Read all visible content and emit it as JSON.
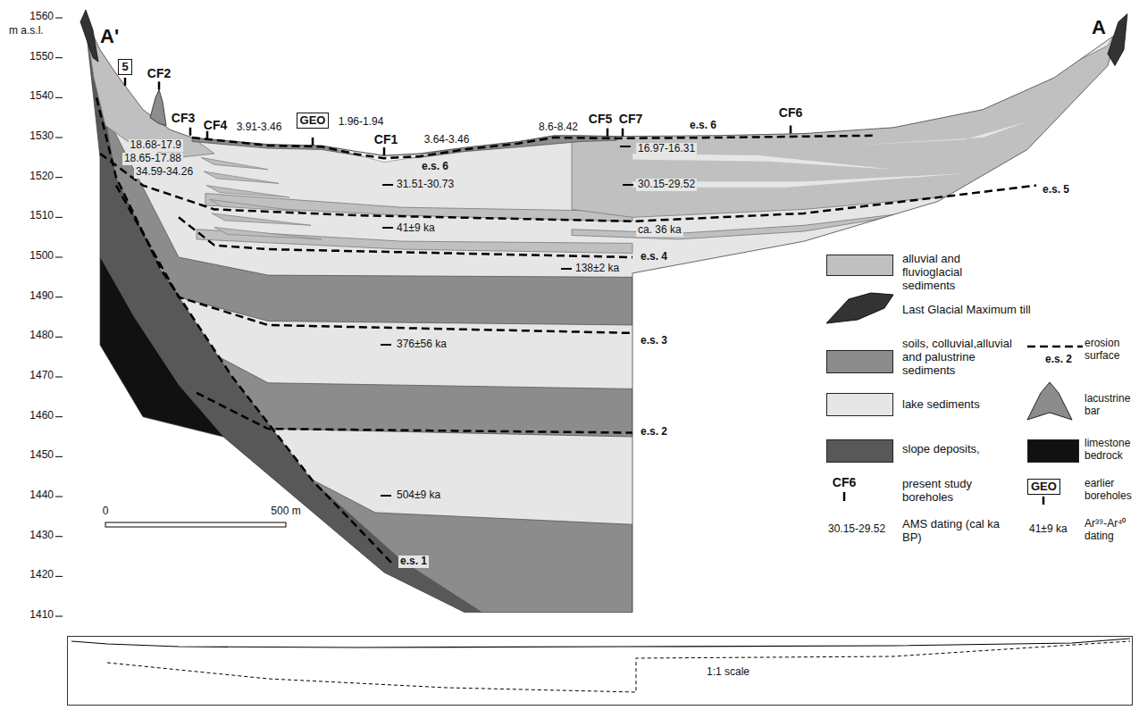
{
  "diagram": {
    "nodes": [
      {
        "text": [
          "5"
        ]
      },
      {
        "text": [
          "GEO"
        ]
      },
      {
        "text": [
          "GEO"
        ]
      },
      {
        "text": [
          "1:1 scale"
        ]
      }
    ],
    "labels": [
      "m a.s.l.",
      "1560",
      "1550",
      "1540",
      "1530",
      "1520",
      "1510",
      "1500",
      "1490",
      "1480",
      "1470",
      "1460",
      "1450",
      "1440",
      "1430",
      "1420",
      "1410",
      "A'",
      "A",
      "CF2",
      "CF3",
      "CF4",
      "CF1",
      "CF5",
      "CF7",
      "CF6",
      "18.68-17.9",
      "18.65-17.88",
      "3.91-3.46",
      "1.96-1.94",
      "3.64-3.46",
      "8.6-8.42",
      "16.97-16.31",
      "e.s. 6",
      "e.s. 6",
      "34.59-34.26",
      "31.51-30.73",
      "30.15-29.52",
      "e.s. 5",
      "41±9 ka",
      "ca. 36 ka",
      "e.s. 4",
      "138±2 ka",
      "e.s. 3",
      "376±56 ka",
      "e.s. 2",
      "504±9 ka",
      "e.s. 1",
      "0",
      "500 m",
      "e.s. 2",
      "CF6",
      "30.15-29.52",
      "41±9 ka"
    ],
    "legend": [
      {
        "text": "alluvial and fluvioglacial sediments",
        "color": "#c0c0c0"
      },
      {
        "text": "Last Glacial Maximum till"
      },
      {
        "text": "soils, colluvial,alluvial and palustrine sediments",
        "color": "#8c8c8c"
      },
      {
        "text": "erosion surface"
      },
      {
        "text": "lake sediments",
        "color": "#e6e6e6"
      },
      {
        "text": "lacustrine bar"
      },
      {
        "text": "slope deposits,",
        "color": "#585858"
      },
      {
        "text": "limestone bedrock",
        "color": "#111111"
      },
      {
        "text": "present study boreholes"
      },
      {
        "text": "earlier boreholes"
      },
      {
        "text": "AMS dating (cal ka BP)"
      },
      {
        "text": "Ar³⁹-Ar⁴⁰ dating"
      }
    ]
  }
}
